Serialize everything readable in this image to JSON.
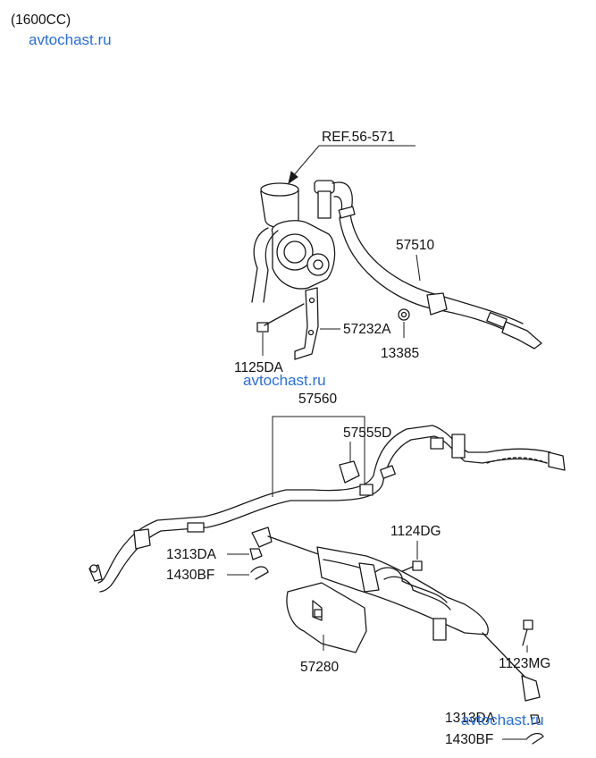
{
  "header": {
    "engine_label": "(1600CC)",
    "watermark": "avtochast.ru"
  },
  "watermarks": [
    "avtochast.ru",
    "avtochast.ru"
  ],
  "colors": {
    "watermark": "#2a6fd6",
    "ink": "#1a1a1a"
  },
  "parts": {
    "ref": "REF.56-571",
    "hose_pressure": "57510",
    "bracket": "57232A",
    "bolt_bracket": "1125DA",
    "clip_hose": "13385",
    "tube_assembly": "57560",
    "clamp": "57555D",
    "nut_left": "1313DA",
    "pin_left": "1430BF",
    "bolt_gear_top": "1124DG",
    "bolt_gear_side": "1123MG",
    "heat_protector": "57280",
    "nut_right": "1313DA",
    "pin_right": "1430BF"
  }
}
